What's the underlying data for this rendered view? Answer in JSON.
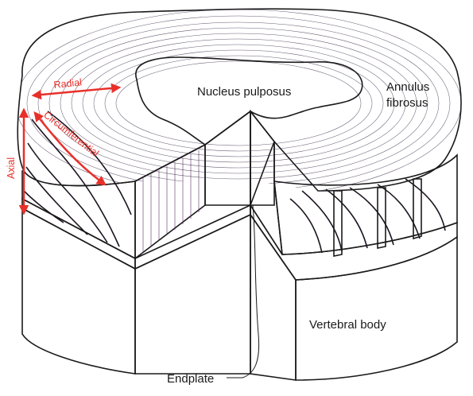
{
  "labels": {
    "nucleus": "Nucleus pulposus",
    "annulus_line1": "Annulus",
    "annulus_line2": "fibrosus",
    "vertebral_body": "Vertebral body",
    "endplate": "Endplate",
    "radial": "Radial",
    "axial": "Axial",
    "circumferential": "Circumferential"
  },
  "colors": {
    "annulus": "#c58fce",
    "annulus_dark": "#9b59a7",
    "nucleus": "#58a8cc",
    "endplate": "#7fc48a",
    "bone": "#f4d0ab",
    "arrow": "#e8302a"
  }
}
